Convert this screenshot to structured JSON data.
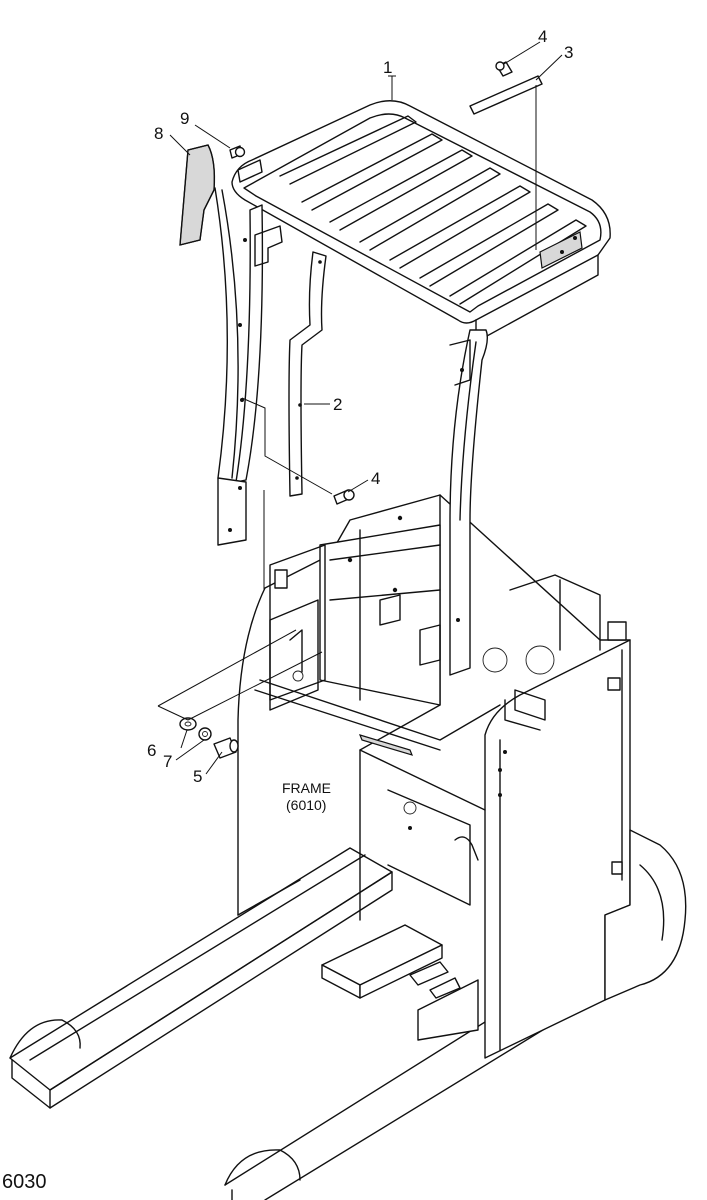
{
  "diagram": {
    "callouts": [
      {
        "id": "c1",
        "text": "1"
      },
      {
        "id": "c2",
        "text": "2"
      },
      {
        "id": "c3",
        "text": "3"
      },
      {
        "id": "c4a",
        "text": "4"
      },
      {
        "id": "c4b",
        "text": "4"
      },
      {
        "id": "c5",
        "text": "5"
      },
      {
        "id": "c6",
        "text": "6"
      },
      {
        "id": "c7",
        "text": "7"
      },
      {
        "id": "c8",
        "text": "8"
      },
      {
        "id": "c9",
        "text": "9"
      }
    ],
    "frame_label": {
      "line1": "FRAME",
      "line2": "(6010)"
    },
    "page_number": "6030"
  }
}
